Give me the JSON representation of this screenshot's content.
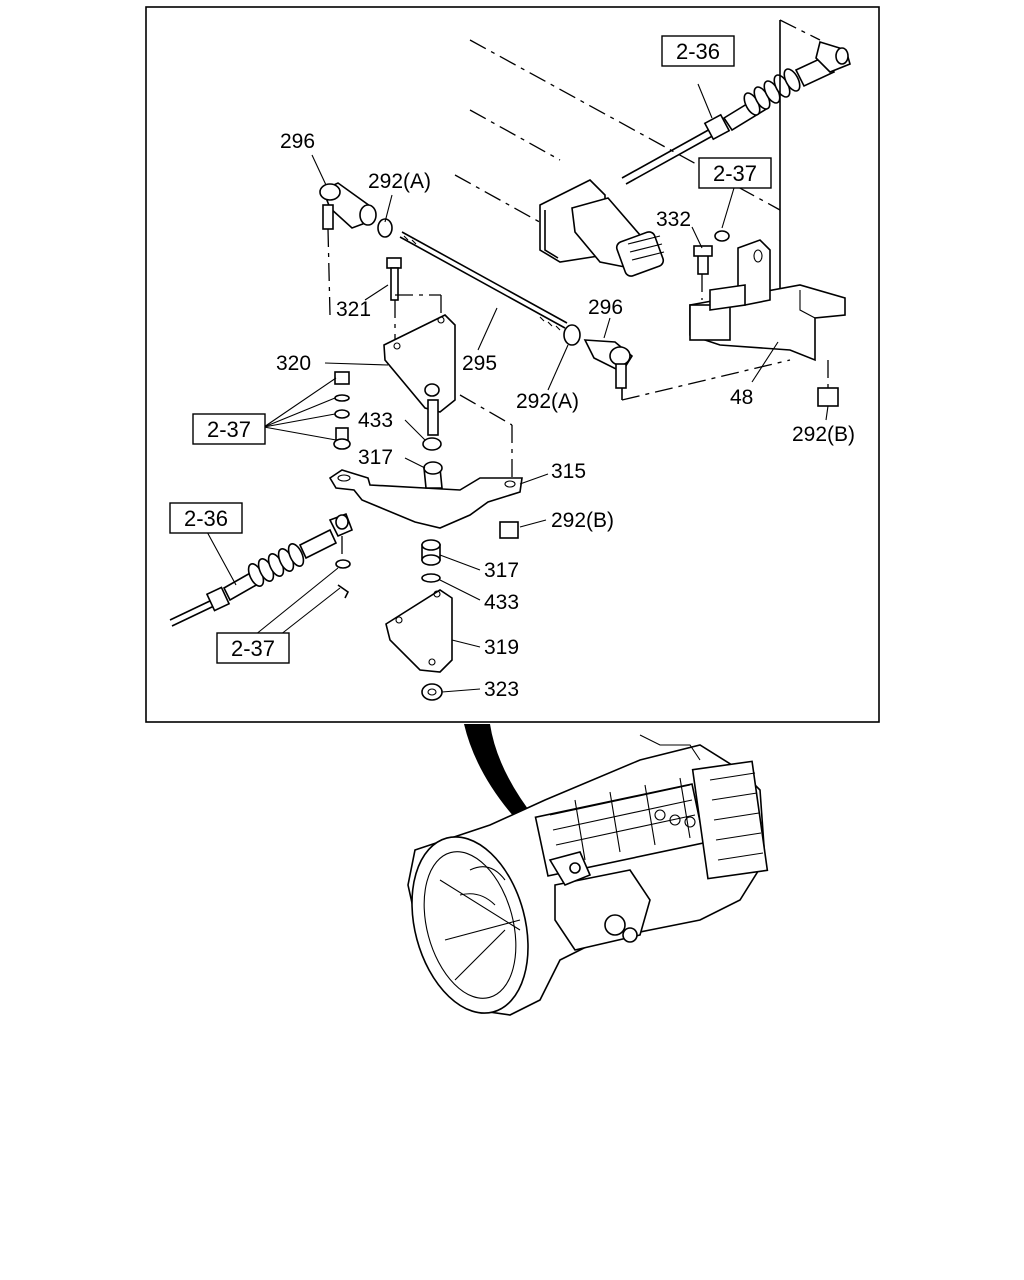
{
  "callouts": {
    "p296_top": "296",
    "p292a_top": "292(A)",
    "p321": "321",
    "p320": "320",
    "p295": "295",
    "p296_right": "296",
    "p292a_right": "292(A)",
    "p433_top": "433",
    "p317_top": "317",
    "p315": "315",
    "p292b_mid": "292(B)",
    "p317_bottom": "317",
    "p433_bottom": "433",
    "p319": "319",
    "p323": "323",
    "p332": "332",
    "p48": "48",
    "p292b_right": "292(B)"
  },
  "refs": {
    "r236_top": "2-36",
    "r237_top": "2-37",
    "r237_left": "2-37",
    "r236_left": "2-36",
    "r237_bottom": "2-37"
  }
}
